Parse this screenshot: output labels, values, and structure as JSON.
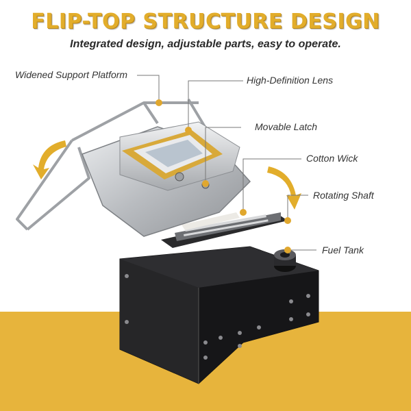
{
  "header": {
    "title": "FLIP-TOP STRUCTURE DESIGN",
    "subtitle": "Integrated design, adjustable parts, easy to operate."
  },
  "callouts": {
    "support_platform": "Widened Support Platform",
    "lens": "High-Definition Lens",
    "latch": "Movable Latch",
    "wick": "Cotton Wick",
    "shaft": "Rotating Shaft",
    "fuel_tank": "Fuel Tank"
  },
  "colors": {
    "title_gold": "#e2ad2b",
    "band_gold": "#e7b43c",
    "callout_dot": "#e0a72e",
    "body_black": "#1c1c1e",
    "steel": "#c6c8cb"
  },
  "icons": [
    "rotate-left-arrow-icon",
    "rotate-right-arrow-icon"
  ]
}
